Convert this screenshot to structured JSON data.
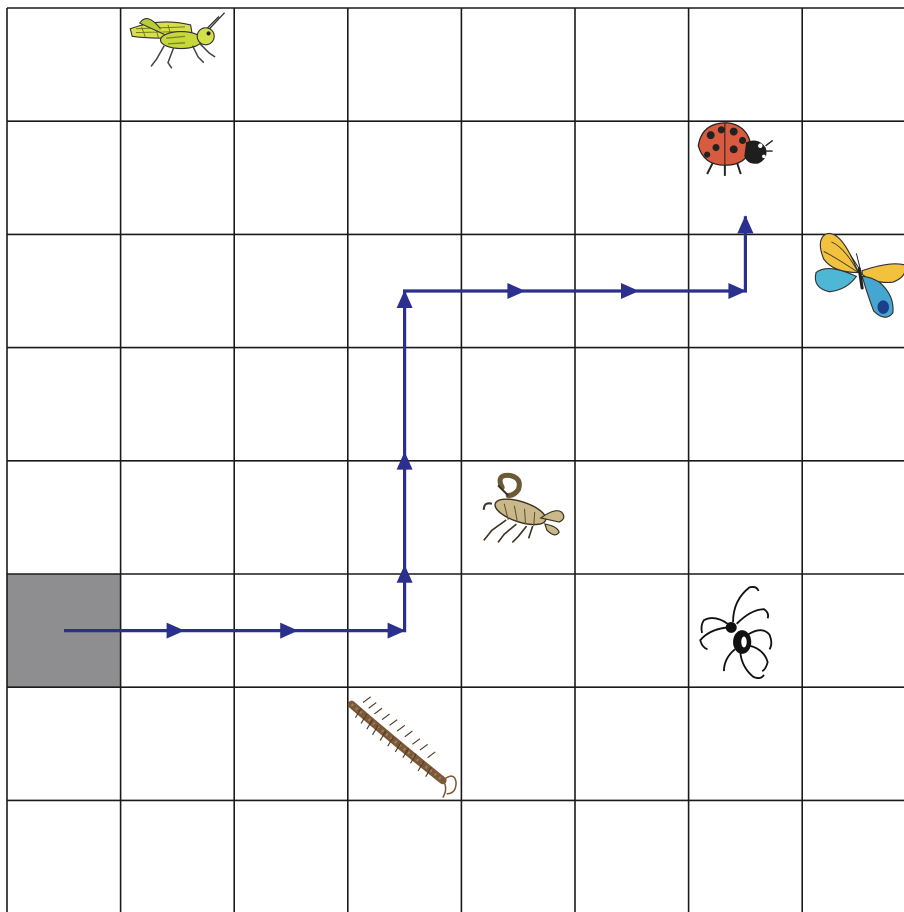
{
  "grid": {
    "columns": 8,
    "rows": 8,
    "line_color": "#1a1a1a",
    "start_cell_color": "#8e8e91",
    "start_cell": {
      "col": 0,
      "row": 5
    }
  },
  "path": {
    "color": "#2b2f8e",
    "cells": [
      {
        "col": 0,
        "row": 5
      },
      {
        "col": 3,
        "row": 5
      },
      {
        "col": 3,
        "row": 2
      },
      {
        "col": 6,
        "row": 2
      },
      {
        "col": 6,
        "row": 1
      }
    ]
  },
  "creatures": [
    {
      "name": "grasshopper-icon",
      "col": 1,
      "row": 0
    },
    {
      "name": "ladybug-icon",
      "col": 6,
      "row": 1
    },
    {
      "name": "butterfly-icon",
      "col": 7,
      "row": 2
    },
    {
      "name": "scorpion-icon",
      "col": 4,
      "row": 4
    },
    {
      "name": "spider-icon",
      "col": 6,
      "row": 5
    },
    {
      "name": "centipede-icon",
      "col": 3,
      "row": 6
    }
  ]
}
